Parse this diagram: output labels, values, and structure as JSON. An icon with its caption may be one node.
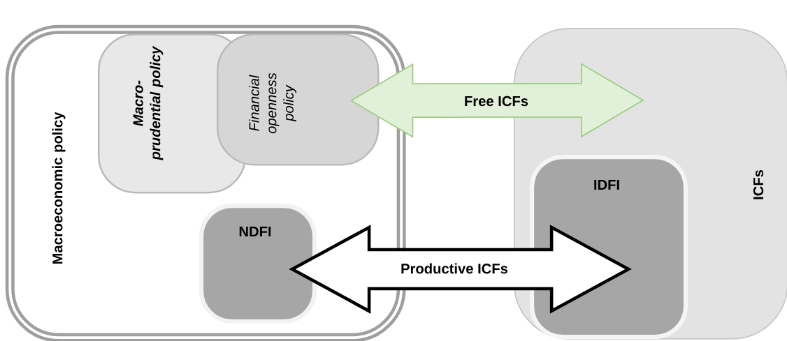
{
  "diagram": {
    "nodes": [
      {
        "text": [
          "Macroeconomic policy"
        ]
      },
      {
        "text": [
          "Macro-prudential policy"
        ],
        "in": 0
      },
      {
        "text": [
          "Financial openness policy"
        ],
        "in": 0
      },
      {
        "text": [
          "NDFI"
        ],
        "in": 0
      },
      {
        "text": [
          "ICFs"
        ]
      },
      {
        "text": [
          "IDFI"
        ],
        "in": 4
      }
    ],
    "edges": [
      {
        "from": 2,
        "to": 4,
        "arrow": "both",
        "label": "Free ICFs",
        "color": "#9bcf7f"
      },
      {
        "from": 3,
        "to": 5,
        "arrow": "both",
        "label": "Productive ICFs",
        "style": "thick"
      }
    ]
  }
}
